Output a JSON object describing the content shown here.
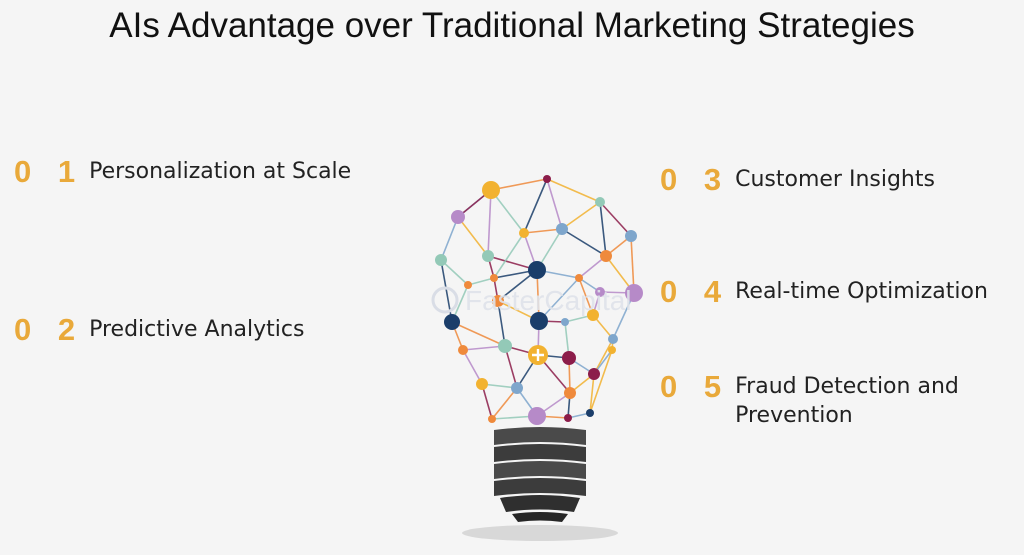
{
  "title": "AIs Advantage over Traditional Marketing Strategies",
  "items": [
    {
      "number": "0 1",
      "label": "Personalization at Scale"
    },
    {
      "number": "0 2",
      "label": "Predictive Analytics"
    },
    {
      "number": "0 3",
      "label": "Customer Insights"
    },
    {
      "number": "0 4",
      "label": "Real-time Optimization"
    },
    {
      "number": "0 5",
      "label": "Fraud Detection and Prevention"
    }
  ],
  "watermark": "FasterCapital",
  "colors": {
    "number_accent": "#e9a93a",
    "node_navy": "#1b3e6a",
    "node_orange": "#ef8a3c",
    "node_yellow": "#f2b230",
    "node_purple": "#b68ac8",
    "node_maroon": "#8c1d4a",
    "node_blue": "#7ea6cc",
    "node_teal": "#93c9b7",
    "socket_dark": "#3a3a3a"
  }
}
